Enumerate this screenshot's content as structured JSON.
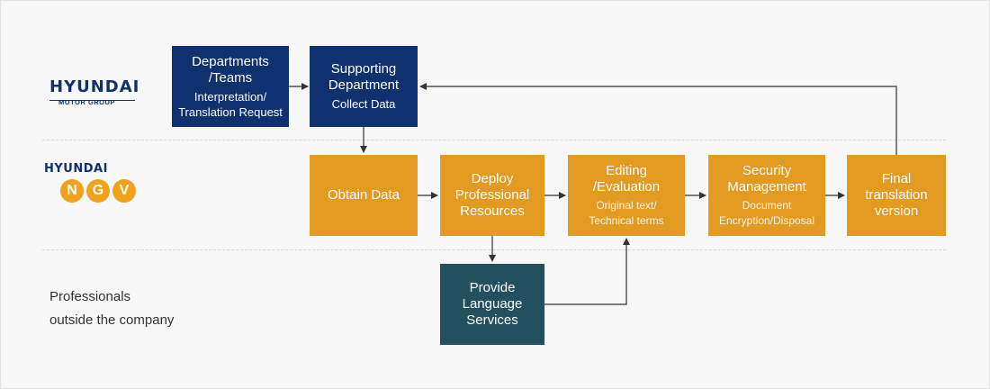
{
  "logos": {
    "hyundai_motor_group": {
      "main": "HYUNDAI",
      "sub": "MOTOR GROUP"
    },
    "hyundai_ngv": {
      "main": "HYUNDAI",
      "letters": [
        "N",
        "G",
        "V"
      ]
    }
  },
  "lanes": {
    "external_label_line1": "Professionals",
    "external_label_line2": "outside the company"
  },
  "boxes": {
    "departments": {
      "title_line1": "Departments",
      "title_line2": "/Teams",
      "sub_line1": "Interpretation/",
      "sub_line2": "Translation Request"
    },
    "supporting": {
      "title_line1": "Supporting",
      "title_line2": "Department",
      "sub_line1": "Collect Data"
    },
    "obtain": {
      "title_line1": "Obtain Data"
    },
    "deploy": {
      "title_line1": "Deploy",
      "title_line2": "Professional",
      "title_line3": "Resources"
    },
    "editing": {
      "title_line1": "Editing",
      "title_line2": "/Evaluation",
      "sub_line1": "Original text/",
      "sub_line2": "Technical terms"
    },
    "security": {
      "title_line1": "Security",
      "title_line2": "Management",
      "sub_line1": "Document",
      "sub_line2": "Encryption/Disposal"
    },
    "final": {
      "title_line1": "Final",
      "title_line2": "translation",
      "title_line3": "version"
    },
    "provide": {
      "title_line1": "Provide",
      "title_line2": "Language",
      "title_line3": "Services"
    }
  },
  "colors": {
    "navy": "#0f3170",
    "orange": "#e39a21",
    "teal": "#23505f",
    "arrow": "#333333"
  }
}
